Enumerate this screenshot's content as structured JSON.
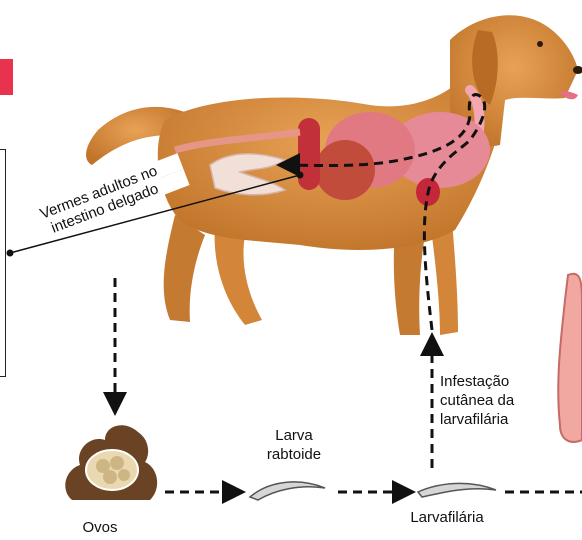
{
  "labels": {
    "adult_line1": "Vermes adultos no",
    "adult_line2": "intestino delgado",
    "eggs": "Ovos",
    "rhabditoid_line1": "Larva",
    "rhabditoid_line2": "rabtoide",
    "filariform": "Larvafilária",
    "infestation_line1": "Infestação",
    "infestation_line2": "cutânea da",
    "infestation_line3": "larvafilária"
  },
  "colors": {
    "accent": "#e8334f",
    "dog_fur": "#d98a3c",
    "organ_red": "#c7343a",
    "organ_pink": "#e58c99",
    "arrow": "#111111"
  }
}
